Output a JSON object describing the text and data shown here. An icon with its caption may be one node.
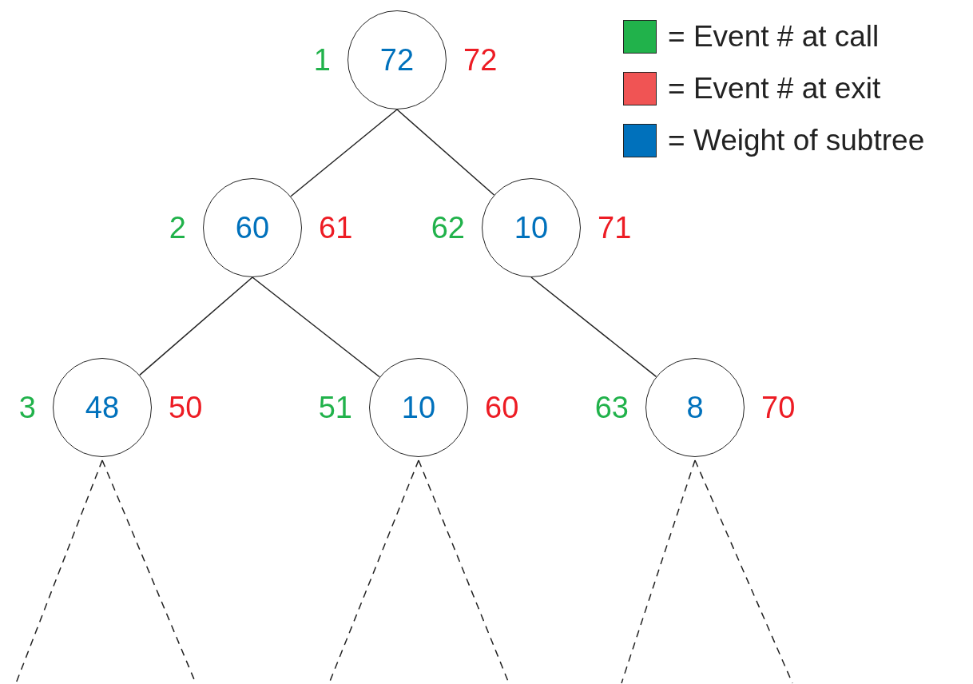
{
  "diagram": {
    "nodes": [
      {
        "text": [
          "72"
        ],
        "beside": [
          "1",
          "72"
        ]
      },
      {
        "text": [
          "60"
        ],
        "beside": [
          "2",
          "61"
        ]
      },
      {
        "text": [
          "10"
        ],
        "beside": [
          "62",
          "71"
        ]
      },
      {
        "text": [
          "48"
        ],
        "beside": [
          "3",
          "50"
        ]
      },
      {
        "text": [
          "10"
        ],
        "beside": [
          "51",
          "60"
        ]
      },
      {
        "text": [
          "8"
        ],
        "beside": [
          "63",
          "70"
        ]
      }
    ],
    "edges": [
      {
        "from": 0,
        "to": 1,
        "arrow": "none"
      },
      {
        "from": 0,
        "to": 2,
        "arrow": "none"
      },
      {
        "from": 1,
        "to": 3,
        "arrow": "none"
      },
      {
        "from": 1,
        "to": 4,
        "arrow": "none"
      },
      {
        "from": 2,
        "to": 5,
        "arrow": "none"
      },
      {
        "from": 3,
        "to": null,
        "arrow": "none",
        "style": "dashed"
      },
      {
        "from": 3,
        "to": null,
        "arrow": "none",
        "style": "dashed"
      },
      {
        "from": 4,
        "to": null,
        "arrow": "none",
        "style": "dashed"
      },
      {
        "from": 4,
        "to": null,
        "arrow": "none",
        "style": "dashed"
      },
      {
        "from": 5,
        "to": null,
        "arrow": "none",
        "style": "dashed"
      },
      {
        "from": 5,
        "to": null,
        "arrow": "none",
        "style": "dashed"
      }
    ],
    "legend": [
      {
        "text": "= Event # at call",
        "color": "#21b24b"
      },
      {
        "text": "= Event # at exit",
        "color": "#f05454"
      },
      {
        "text": "= Weight of subtree",
        "color": "#0071bc"
      }
    ]
  }
}
